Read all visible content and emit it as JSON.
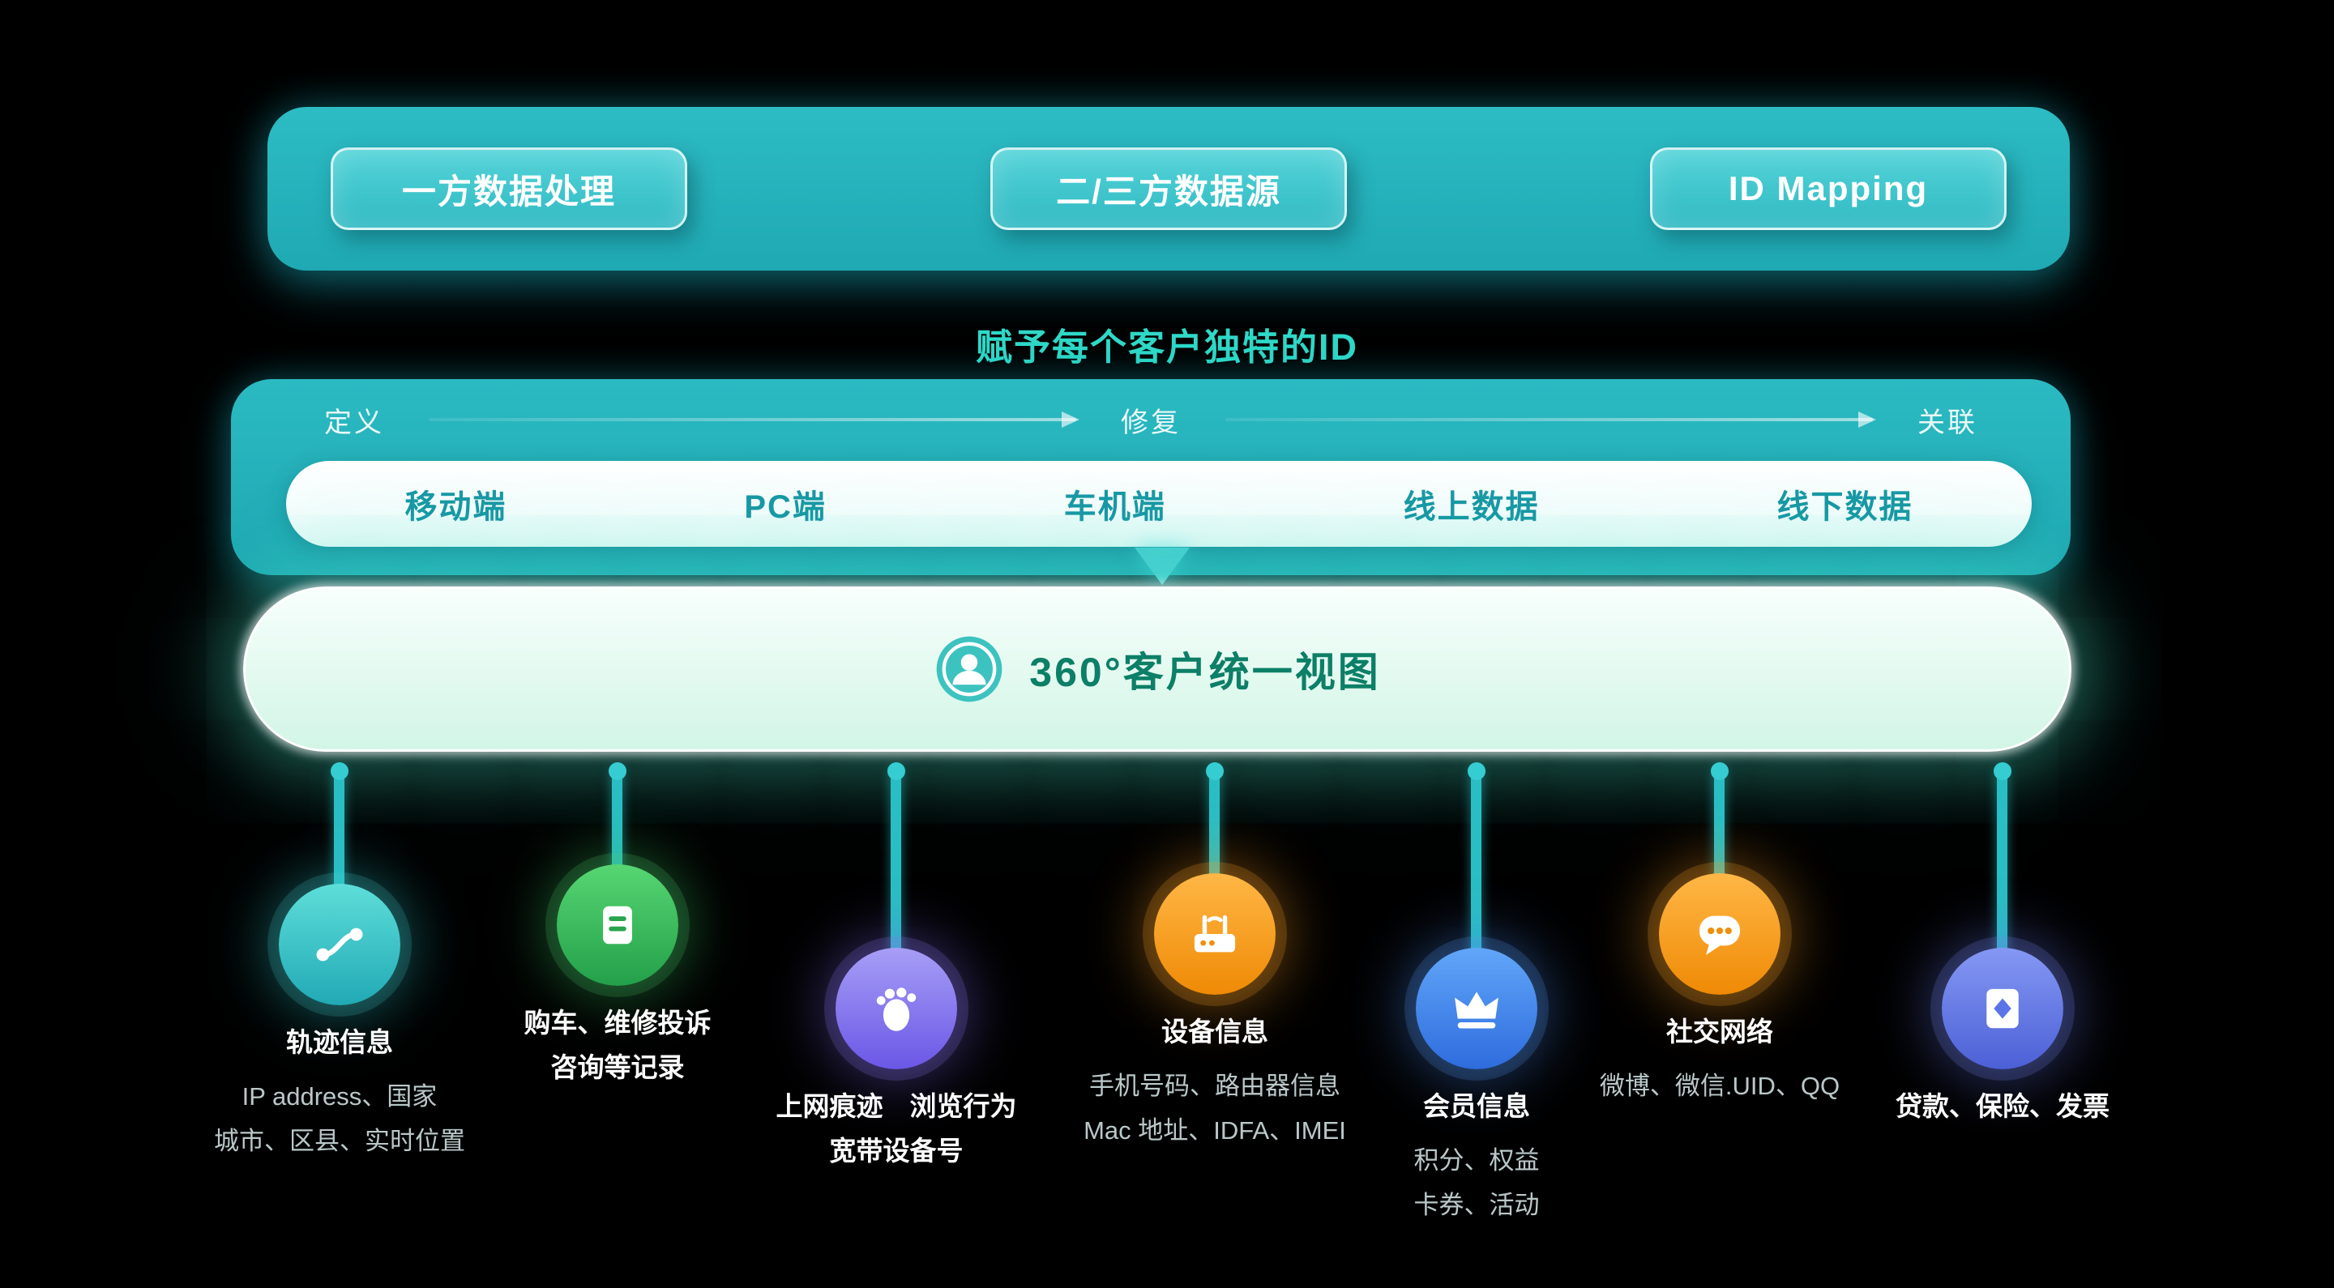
{
  "background_color": "#000000",
  "accent": {
    "teal": "#2ab9c1",
    "teal_pill": "#3ec6cc",
    "title_teal": "#2fd9c8",
    "channel_text": "#1898a4",
    "mint": "#d5f6e8",
    "unified_text": "#0c7f67"
  },
  "top_bar": {
    "buttons": [
      {
        "label": "一方数据处理"
      },
      {
        "label": "二/三方数据源"
      },
      {
        "label": "ID Mapping"
      }
    ]
  },
  "id_section": {
    "title": "赋予每个客户独特的ID",
    "steps": [
      {
        "label": "定义"
      },
      {
        "label": "修复"
      },
      {
        "label": "关联"
      }
    ],
    "channels": [
      {
        "label": "移动端"
      },
      {
        "label": "PC端"
      },
      {
        "label": "车机端"
      },
      {
        "label": "线上数据"
      },
      {
        "label": "线下数据"
      }
    ]
  },
  "unified_view": {
    "label": "360°客户统一视图",
    "icon": "user-icon"
  },
  "data_sources": [
    {
      "icon": "route-icon",
      "color": "#2fc3c8",
      "bold": [
        "轨迹信息"
      ],
      "sub": [
        "IP address、国家",
        "城市、区县、实时位置"
      ]
    },
    {
      "icon": "document-icon",
      "color": "#34bf5c",
      "bold": [
        "购车、维修投诉",
        "咨询等记录"
      ],
      "sub": []
    },
    {
      "icon": "footprint-icon",
      "color": "#8578ee",
      "bold": [
        "上网痕迹　浏览行为",
        "宽带设备号"
      ],
      "sub": []
    },
    {
      "icon": "router-icon",
      "color": "#f59a1d",
      "bold": [
        "设备信息"
      ],
      "sub": [
        "手机号码、路由器信息",
        "Mac 地址、IDFA、IMEI"
      ]
    },
    {
      "icon": "crown-icon",
      "color": "#4a8df2",
      "bold": [
        "会员信息"
      ],
      "sub": [
        "积分、权益",
        "卡券、活动"
      ]
    },
    {
      "icon": "chat-icon",
      "color": "#f59a1d",
      "bold": [
        "社交网络"
      ],
      "sub": [
        "微博、微信.UID、QQ"
      ]
    },
    {
      "icon": "invoice-icon",
      "color": "#6d83ea",
      "bold": [
        "贷款、保险、发票"
      ],
      "sub": []
    }
  ]
}
